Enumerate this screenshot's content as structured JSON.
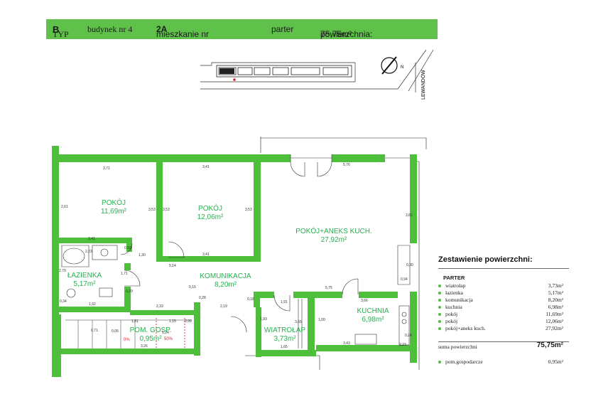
{
  "header": {
    "typ_label": "TYP",
    "typ_value": "B",
    "building": "budynek nr 4",
    "apartment_label": "mieszkanie nr",
    "apartment_value": "2A",
    "floor": "parter",
    "area_label": "powierzchnia:",
    "area_value": "75,75m²"
  },
  "site_plan": {
    "street": "LEWANDÓW",
    "north_label": "N"
  },
  "rooms": {
    "pokoj1": {
      "name": "POKÓJ",
      "area": "11,69m²"
    },
    "pokoj2": {
      "name": "POKÓJ",
      "area": "12,06m²"
    },
    "pokoj_aneks": {
      "name": "POKÓJ+ANEKS KUCH.",
      "area": "27,92m²"
    },
    "lazienka": {
      "name": "ŁAZIENKA",
      "area": "5,17m²"
    },
    "komunikacja": {
      "name": "KOMUNIKACJA",
      "area": "8,20m²"
    },
    "kuchnia": {
      "name": "KUCHNIA",
      "area": "6,98m²"
    },
    "pom_gosp": {
      "name": "POM. GOSP.",
      "area": "0,95m²"
    },
    "wiatrolap": {
      "name": "WIATROŁAP",
      "area": "3,73m²"
    }
  },
  "stair_labels": {
    "zero": "0%",
    "fifty": "50%"
  },
  "dimensions": [
    "3,71",
    "3,41",
    "5,76",
    "3,41",
    "3,81",
    "3,53",
    "3,53",
    "3,53",
    "2,61",
    "2,41",
    "2,23",
    "1,30",
    "0,59",
    "5,14",
    "1,71",
    "2,70",
    "0,34",
    "1,92",
    "0,29",
    "2,33",
    "0,15",
    "0,28",
    "2,19",
    "0,18",
    "1,93",
    "1,91",
    "3,65",
    "5,75",
    "3,66",
    "0,30",
    "0,94",
    "3,43",
    "0,24",
    "2,23",
    "1,81",
    "1,15",
    "0,99",
    "3,26",
    "1,65",
    "1,24",
    "0,05",
    "1,00",
    "0,71"
  ],
  "legend": {
    "title": "Zestawienie powierzchni:",
    "section": "PARTER",
    "rows": [
      {
        "name": "wiatrołap",
        "value": "3,73m²"
      },
      {
        "name": "łazienka",
        "value": "5,17m²"
      },
      {
        "name": "komunikacja",
        "value": "8,20m²"
      },
      {
        "name": "kuchnia",
        "value": "6,98m²"
      },
      {
        "name": "pokój",
        "value": "11,69m²"
      },
      {
        "name": "pokój",
        "value": "12,06m²"
      },
      {
        "name": "pokój+aneks kuch.",
        "value": "27,92m²"
      }
    ],
    "sum_label": "suma powierzchni",
    "sum_value": "75,75m²",
    "extra": {
      "name": "pom.gospodarcze",
      "value": "0,95m²"
    }
  },
  "colors": {
    "header_green": "#5fc04a",
    "wall_green": "#4dbf3a",
    "label_green": "#28b050",
    "stair_red": "#d9232e"
  }
}
